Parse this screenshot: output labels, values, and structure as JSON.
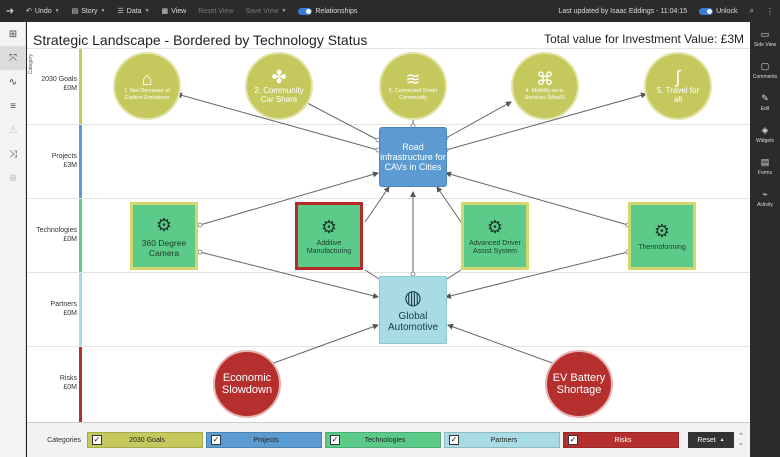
{
  "toolbar": {
    "undo": "Undo",
    "story": "Story",
    "data": "Data",
    "view": "View",
    "reset_view": "Reset View",
    "save_view": "Save View",
    "relationships": "Relationships",
    "last_updated": "Last updated by Isaac Eddings - 11:04:15",
    "unlock": "Unlock"
  },
  "right_rail": {
    "side_view": "Side View",
    "comments": "Comments",
    "edit": "Edit",
    "widgets": "Widgets",
    "forms": "Forms",
    "activity": "Activity"
  },
  "canvas": {
    "title": "Strategic Landscape - Bordered by Technology Status",
    "total": "Total value for Investment Value: £3M",
    "category_axis": "Category"
  },
  "bands": [
    {
      "name": "2030 Goals",
      "value": "£0M",
      "color": "#c5c95d"
    },
    {
      "name": "Projects",
      "value": "£3M",
      "color": "#5b9bd1"
    },
    {
      "name": "Technologies",
      "value": "£0M",
      "color": "#5ccb8a"
    },
    {
      "name": "Partners",
      "value": "£0M",
      "color": "#a8dbe4"
    },
    {
      "name": "Risks",
      "value": "£0M",
      "color": "#b62f2f"
    }
  ],
  "goals": [
    {
      "label": "1. Net Decrease of Carbon Emissions",
      "icon": "car-icon"
    },
    {
      "label": "2. Community Car Share",
      "icon": "people-icon"
    },
    {
      "label": "3. Connected Smart Community",
      "icon": "connected-car-icon"
    },
    {
      "label": "4. Mobility-as-a-Services (MaaS)",
      "icon": "network-icon"
    },
    {
      "label": "5. Travel for all",
      "icon": "road-icon"
    }
  ],
  "project": {
    "label": "Road infrastructure for CAVs in Cities"
  },
  "technologies": [
    {
      "label": "360 Degree Camera",
      "icon": "gear-icon"
    },
    {
      "label": "Additive Manufacturing",
      "icon": "gear-icon"
    },
    {
      "label": "Advanced Driver Assist System",
      "icon": "gear-icon"
    },
    {
      "label": "Thermoforming",
      "icon": "gear-icon"
    }
  ],
  "partner": {
    "label": "Global Automotive",
    "icon": "globe-icon"
  },
  "risks": [
    {
      "label": "Economic Slowdown"
    },
    {
      "label": "EV Battery Shortage"
    }
  ],
  "legend": {
    "title": "Categories",
    "items": [
      {
        "label": "2030 Goals",
        "color": "#c5c95d"
      },
      {
        "label": "Projects",
        "color": "#5b9bd1"
      },
      {
        "label": "Technologies",
        "color": "#5ccb8a"
      },
      {
        "label": "Partners",
        "color": "#a8dbe4"
      },
      {
        "label": "Risks",
        "color": "#b62f2f"
      }
    ],
    "reset": "Reset"
  }
}
